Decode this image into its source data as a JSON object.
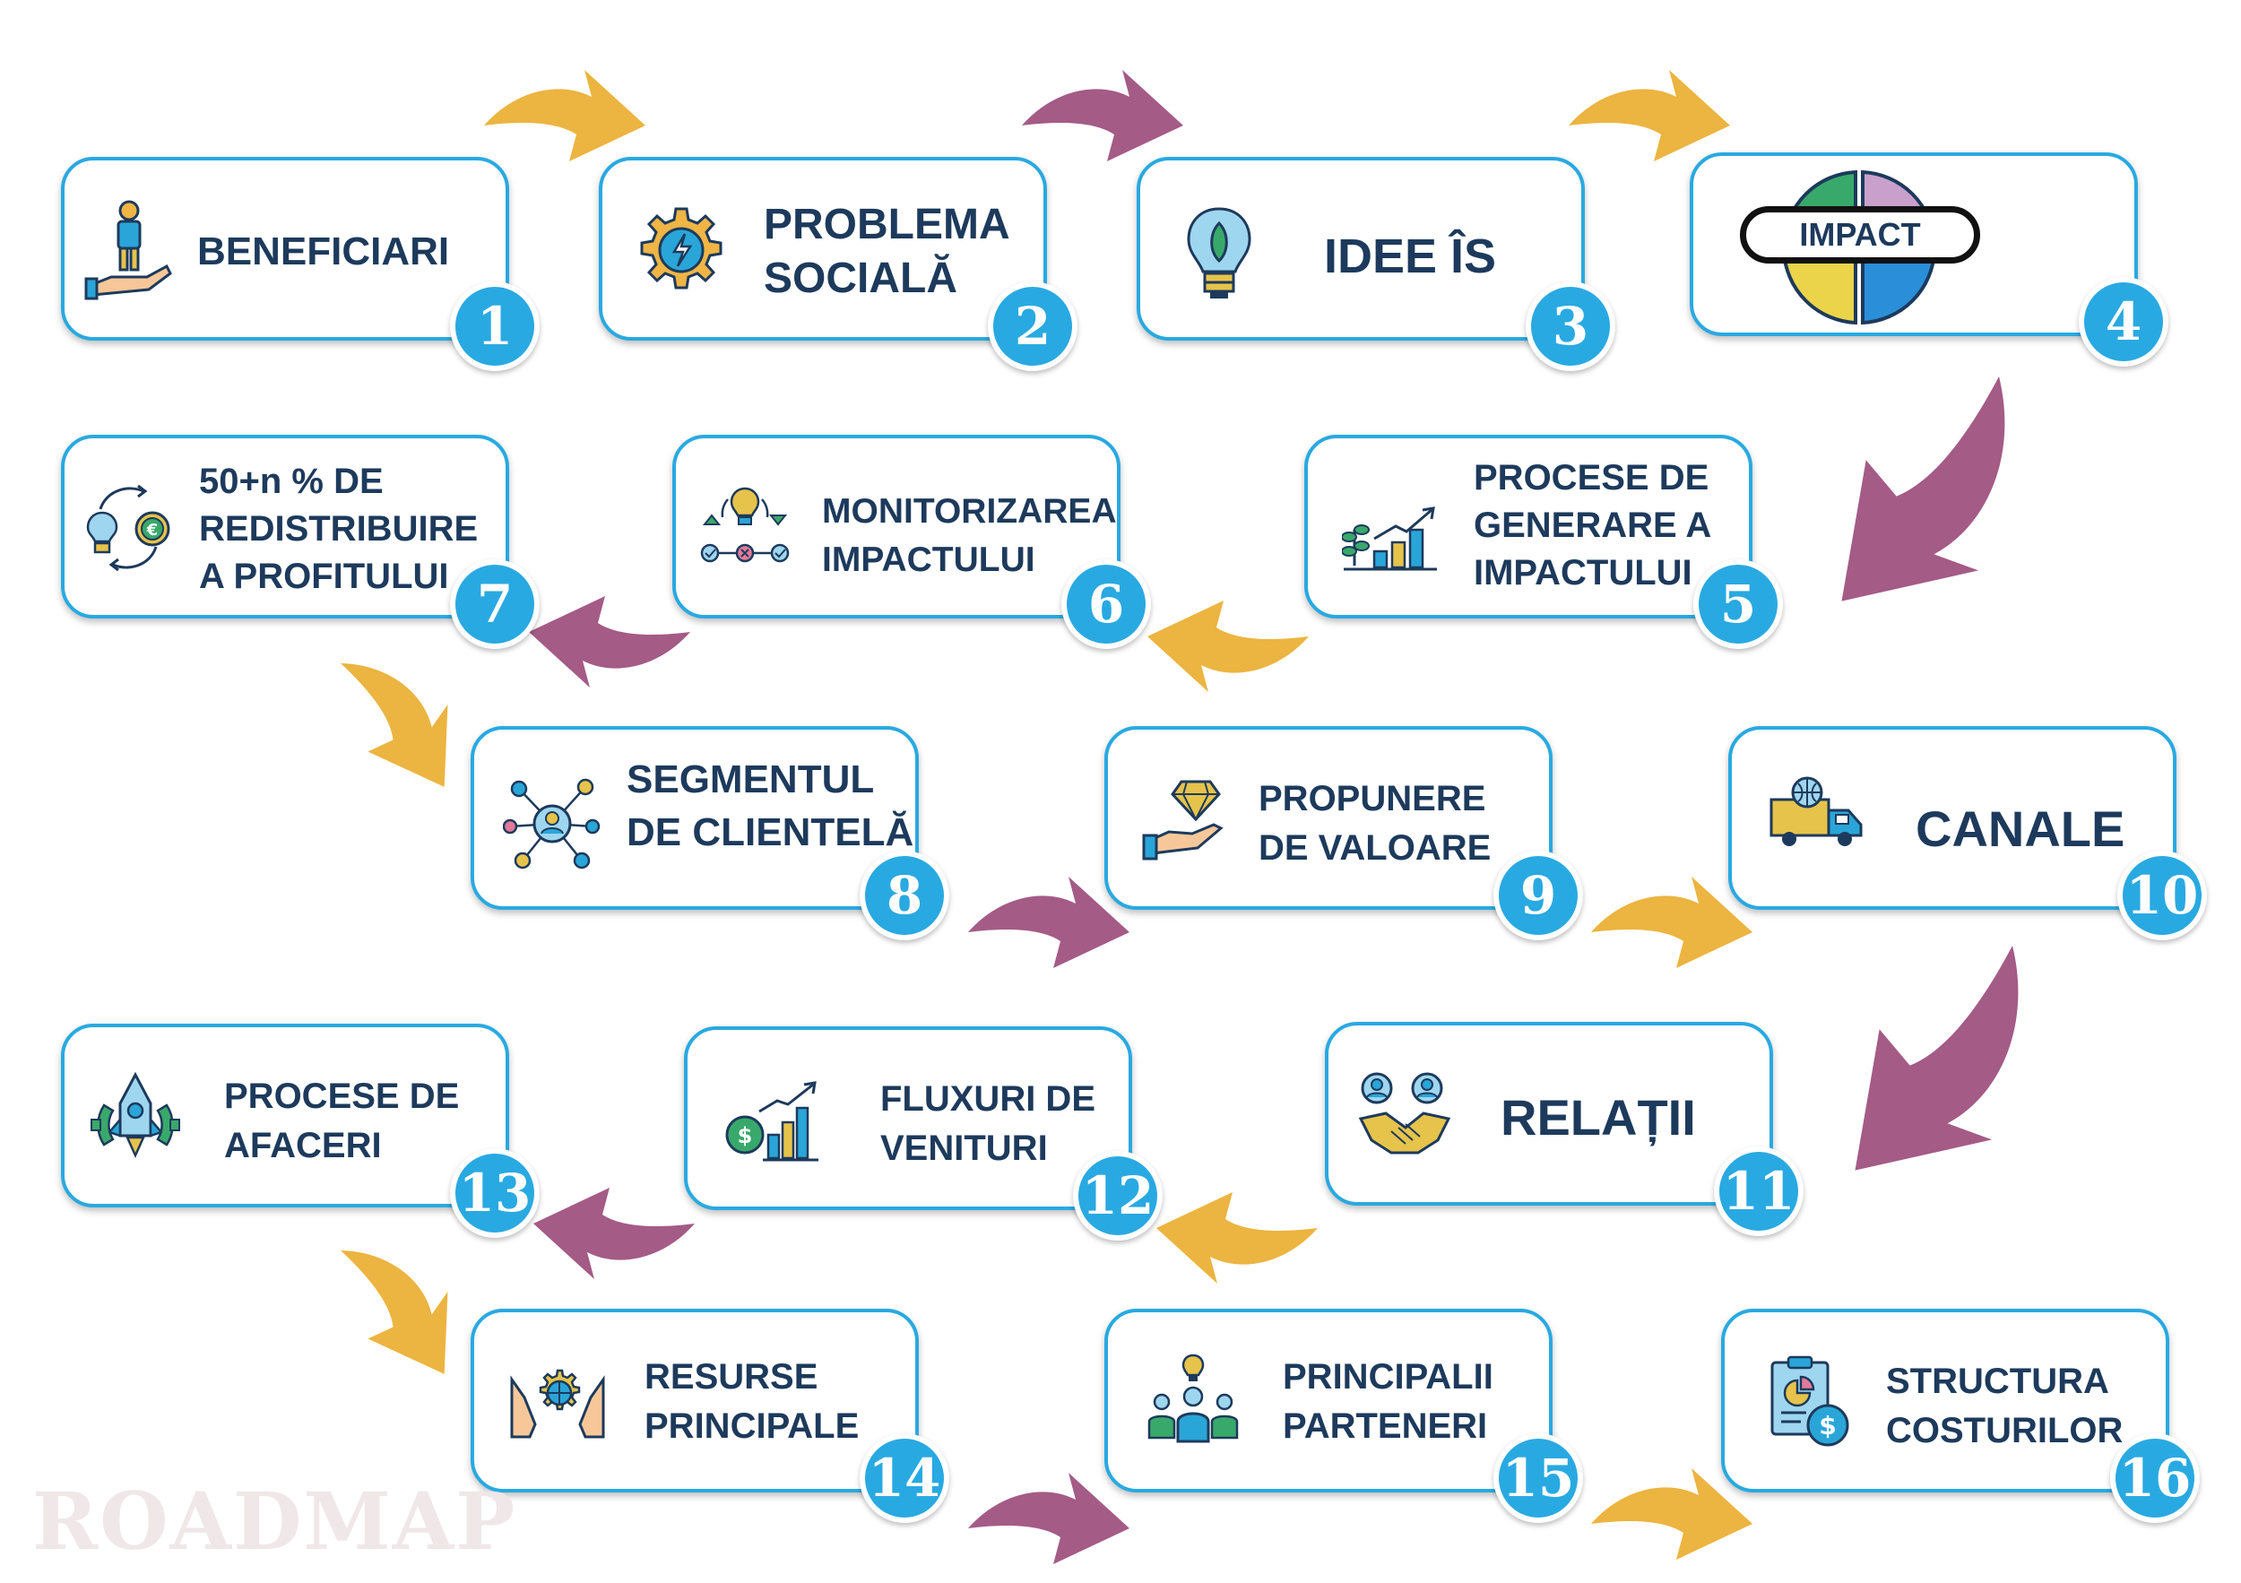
{
  "steps": [
    {
      "num": "1",
      "lines": [
        "BENEFICIARI"
      ],
      "icon": "person-on-hand-icon"
    },
    {
      "num": "2",
      "lines": [
        "PROBLEMA",
        "SOCIALĂ"
      ],
      "icon": "gear-lightning-icon"
    },
    {
      "num": "3",
      "lines": [
        "IDEE ÎS"
      ],
      "icon": "lightbulb-leaf-icon"
    },
    {
      "num": "4",
      "lines": [
        "IMPACT"
      ],
      "icon": "impact-circle-icon"
    },
    {
      "num": "5",
      "lines": [
        "PROCESE DE",
        "GENERARE A",
        "IMPACTULUI"
      ],
      "icon": "growth-chart-icon"
    },
    {
      "num": "6",
      "lines": [
        "MONITORIZAREA",
        "IMPACTULUI"
      ],
      "icon": "monitoring-idea-icon"
    },
    {
      "num": "7",
      "lines": [
        "50+n % DE",
        "REDISTRIBUIRE",
        "A PROFITULUI"
      ],
      "icon": "idea-euro-cycle-icon"
    },
    {
      "num": "8",
      "lines": [
        "SEGMENTUL",
        "DE CLIENTELĂ"
      ],
      "icon": "network-user-icon"
    },
    {
      "num": "9",
      "lines": [
        "PROPUNERE",
        "DE VALOARE"
      ],
      "icon": "diamond-hand-icon"
    },
    {
      "num": "10",
      "lines": [
        "CANALE"
      ],
      "icon": "delivery-truck-icon"
    },
    {
      "num": "11",
      "lines": [
        "RELAȚII"
      ],
      "icon": "handshake-users-icon"
    },
    {
      "num": "12",
      "lines": [
        "FLUXURI DE",
        "VENITURI"
      ],
      "icon": "revenue-chart-icon"
    },
    {
      "num": "13",
      "lines": [
        "PROCESE DE",
        "AFACERI"
      ],
      "icon": "rocket-gear-icon"
    },
    {
      "num": "14",
      "lines": [
        "RESURSE",
        "PRINCIPALE"
      ],
      "icon": "hands-globe-gear-icon"
    },
    {
      "num": "15",
      "lines": [
        "PRINCIPALII",
        "PARTENERI"
      ],
      "icon": "team-idea-icon"
    },
    {
      "num": "16",
      "lines": [
        "STRUCTURA",
        "COSTURILOR"
      ],
      "icon": "cost-report-icon"
    }
  ],
  "watermark": "ROADMAP",
  "colors": {
    "box_border": "#29a9e1",
    "badge": "#29a9e1",
    "text": "#1d3a5c",
    "arrow_yellow": "#ecb440",
    "arrow_purple": "#a45b86"
  }
}
